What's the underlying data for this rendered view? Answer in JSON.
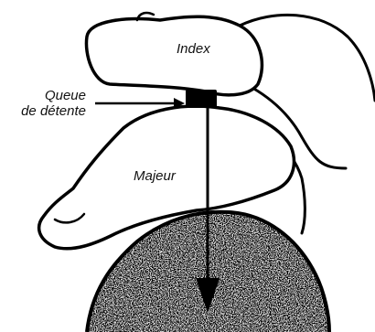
{
  "labels": {
    "index": "Index",
    "majeur": "Majeur",
    "queue_line1": "Queue",
    "queue_line2": "de détente"
  },
  "colors": {
    "ink": "#000000",
    "skin": "#ffffff",
    "palm_fill": "#d9d9d9"
  }
}
